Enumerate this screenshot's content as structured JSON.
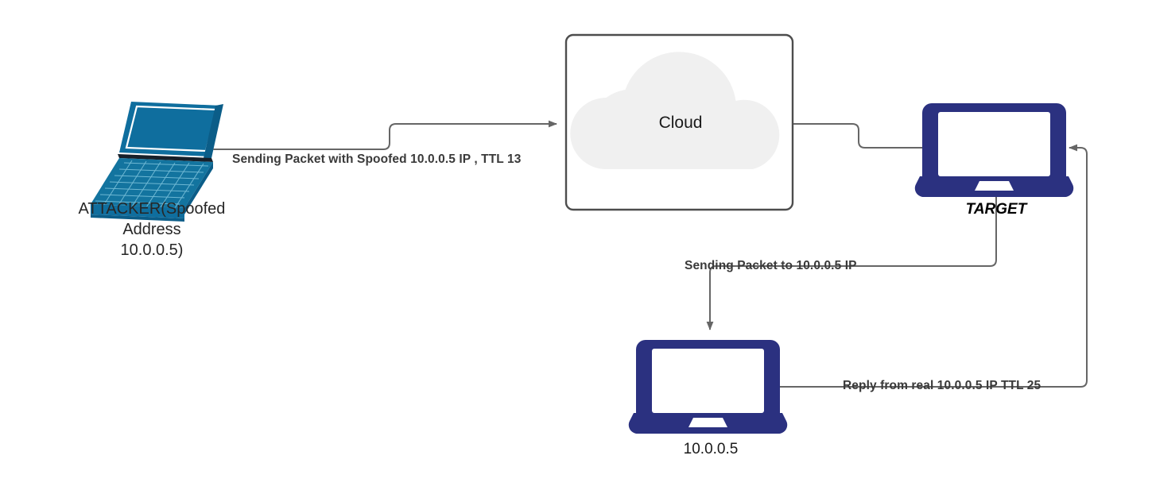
{
  "diagram": {
    "title": "IP Spoofing TTL Analysis Network Diagram",
    "colors": {
      "attacker_teal": "#0f6e9e",
      "laptop_navy": "#2b3180",
      "cloud_fill": "#f0f0f0",
      "box_stroke": "#4d4d4d",
      "edge_stroke": "#666666",
      "label_text": "#3a3a3a"
    },
    "nodes": [
      {
        "id": "attacker",
        "icon": "laptop-isometric-icon",
        "caption": "ATTACKER(Spoofed\nAddress\n10.0.0.5)",
        "color": "#0f6e9e"
      },
      {
        "id": "cloud",
        "icon": "cloud-icon",
        "caption": "Cloud",
        "color": "#f0f0f0"
      },
      {
        "id": "target",
        "icon": "laptop-icon",
        "caption": "TARGET",
        "color": "#2b3180"
      },
      {
        "id": "victim",
        "icon": "laptop-icon",
        "caption": "10.0.0.5",
        "color": "#2b3180"
      }
    ],
    "edges": [
      {
        "id": "attacker-to-cloud",
        "label": "Sending Packet with Spoofed 10.0.0.5 IP , TTL 13",
        "from": "attacker",
        "to": "cloud",
        "arrow": true
      },
      {
        "id": "cloud-to-target",
        "label": "",
        "from": "cloud",
        "to": "target",
        "arrow": false
      },
      {
        "id": "target-to-victim",
        "label": "Sending Packet to 10.0.0.5 IP",
        "from": "target",
        "to": "victim",
        "arrow": true
      },
      {
        "id": "victim-to-target",
        "label": "Reply from real 10.0.0.5 IP TTL 25",
        "from": "victim",
        "to": "target",
        "arrow": true
      }
    ]
  }
}
